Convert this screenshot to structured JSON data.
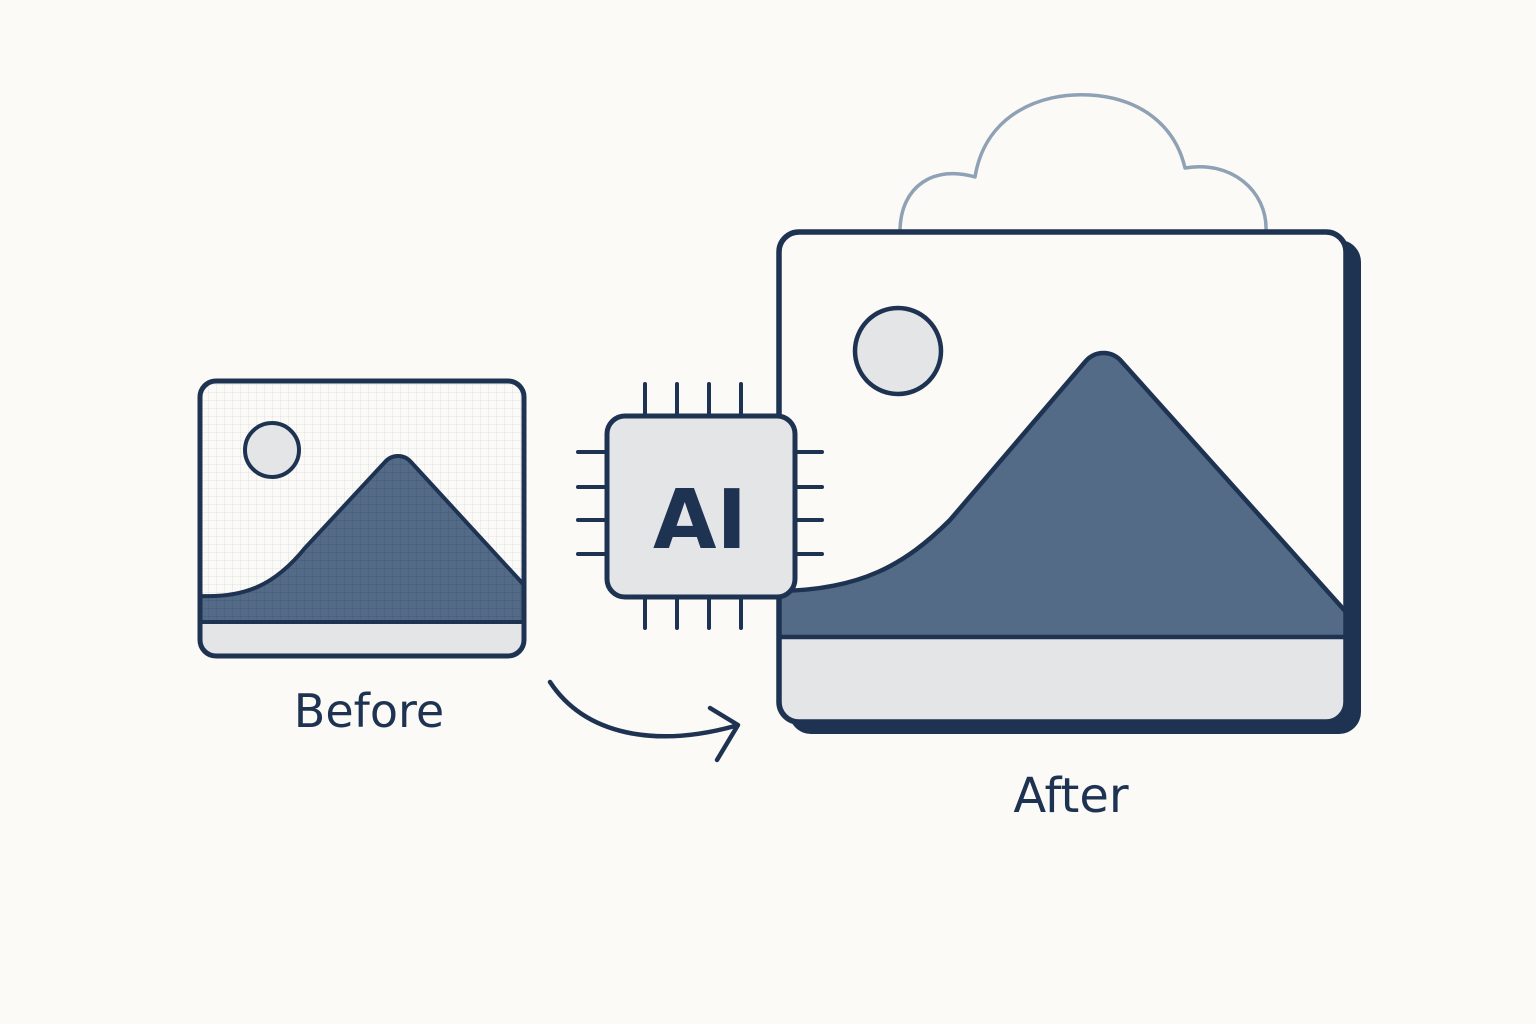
{
  "labels": {
    "before": "Before",
    "after": "After",
    "chip": "AI"
  },
  "colors": {
    "background": "#fbfaf6",
    "outline": "#1e3252",
    "mountain": "#546b87",
    "ground": "#e3e5e6",
    "sun": "#e3e5e6",
    "cloud_outline": "#8fa1b4",
    "frame_fill": "#fbfaf6"
  },
  "icons": {
    "before_image": "low-resolution-image-icon",
    "after_image": "high-resolution-image-icon",
    "processor": "ai-chip-icon",
    "arrow": "curved-arrow-icon",
    "cloud": "cloud-icon"
  }
}
